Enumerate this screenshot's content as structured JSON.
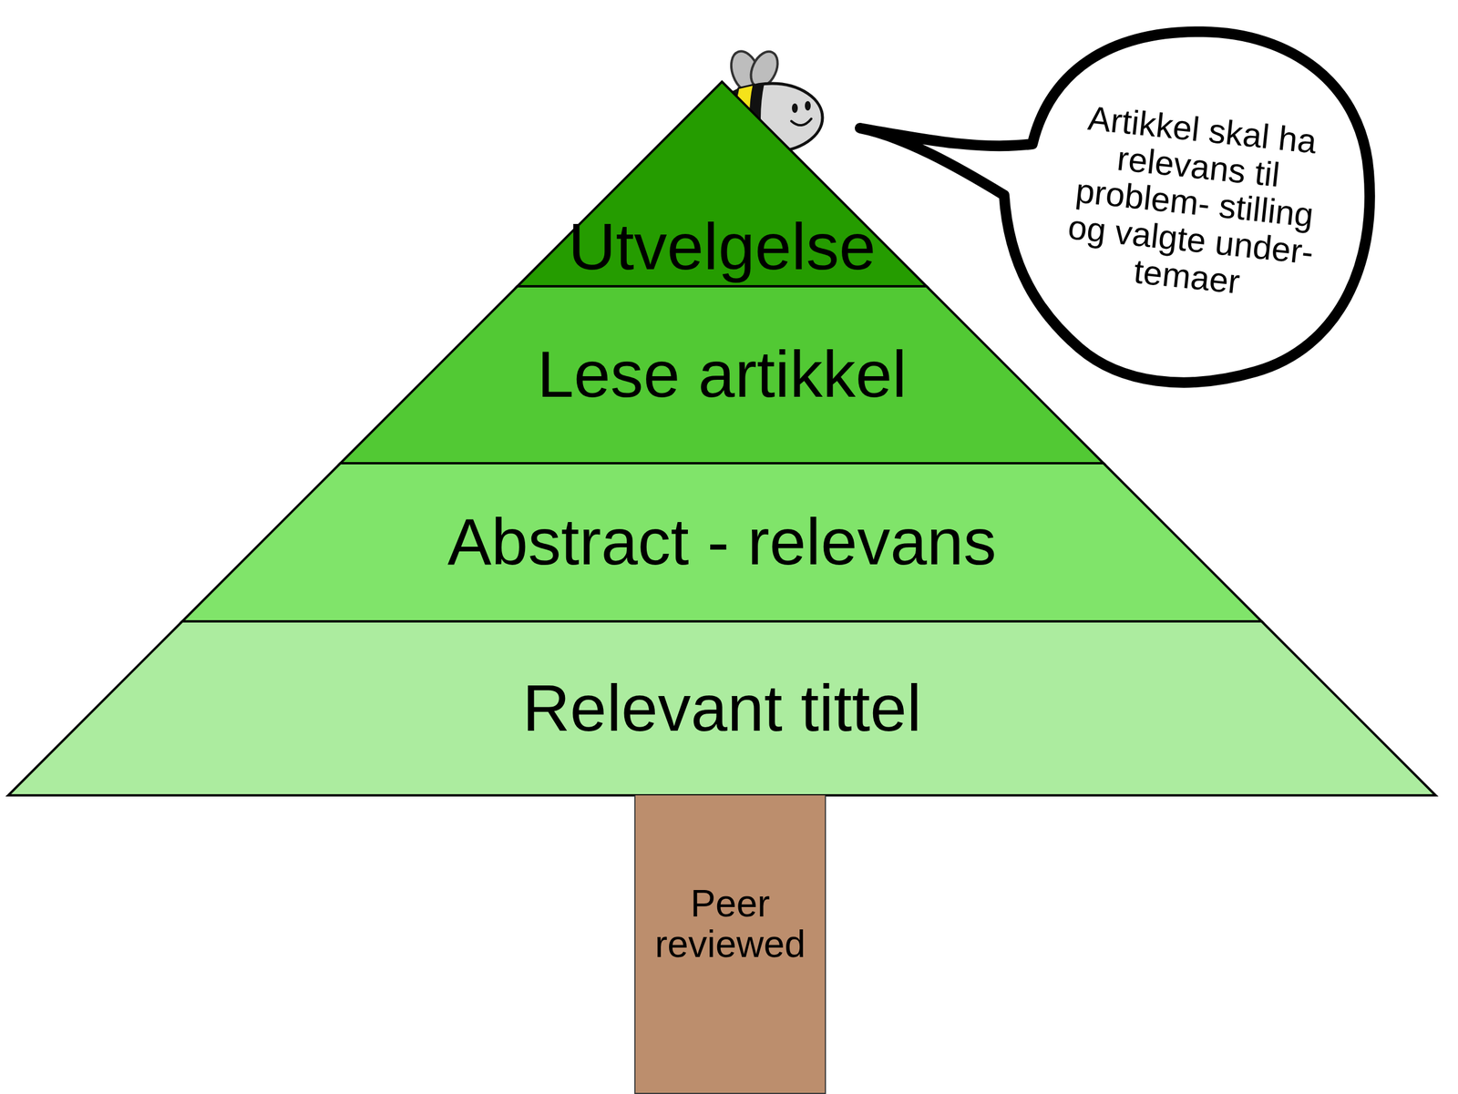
{
  "diagram": {
    "nodes": [
      {
        "text": [
          "Utvelgelse"
        ]
      },
      {
        "text": [
          "Lese artikkel"
        ]
      },
      {
        "text": [
          "Abstract - relevans"
        ]
      },
      {
        "text": [
          "Relevant tittel"
        ]
      },
      {
        "text": [
          "Peer reviewed"
        ]
      },
      {
        "text": [
          "Artikkel skal ha relevans til problem- stilling og valgte under- temaer"
        ]
      }
    ]
  }
}
